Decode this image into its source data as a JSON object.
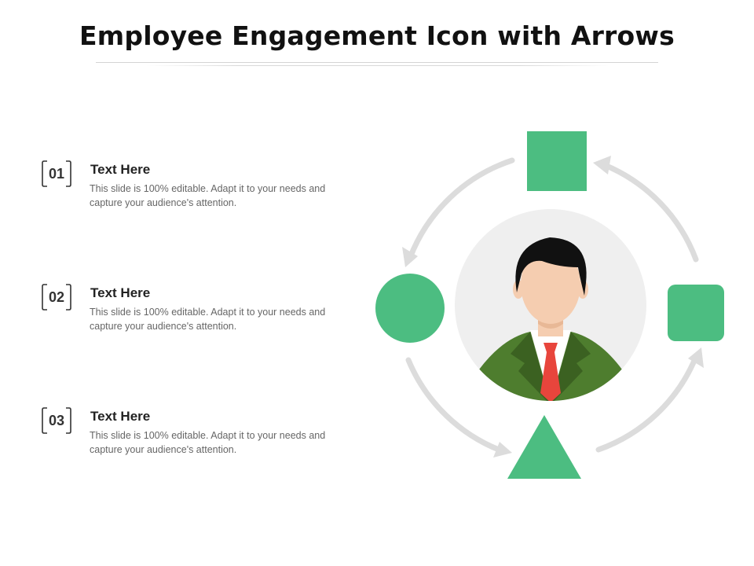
{
  "title": "Employee Engagement Icon with Arrows",
  "items": [
    {
      "number": "01",
      "heading": "Text Here",
      "body": "This slide is 100% editable. Adapt it to your needs and capture your audience's attention."
    },
    {
      "number": "02",
      "heading": "Text Here",
      "body": "This slide is 100% editable. Adapt it to your needs and capture your audience's attention."
    },
    {
      "number": "03",
      "heading": "Text Here",
      "body": "This slide is 100% editable. Adapt it to your needs and capture your audience's attention."
    }
  ],
  "colors": {
    "accent_green": "#4cbd81",
    "arrow_gray": "#dcdcdc",
    "circle_bg": "#efefef",
    "suit_green": "#4e7d2e",
    "suit_dark": "#3b6121",
    "tie_red": "#e8453c",
    "skin": "#f5cdb0",
    "hair": "#111111"
  },
  "icons": [
    "square-shape-icon",
    "rounded-square-shape-icon",
    "circle-shape-icon",
    "triangle-shape-icon",
    "businessman-avatar-icon"
  ]
}
